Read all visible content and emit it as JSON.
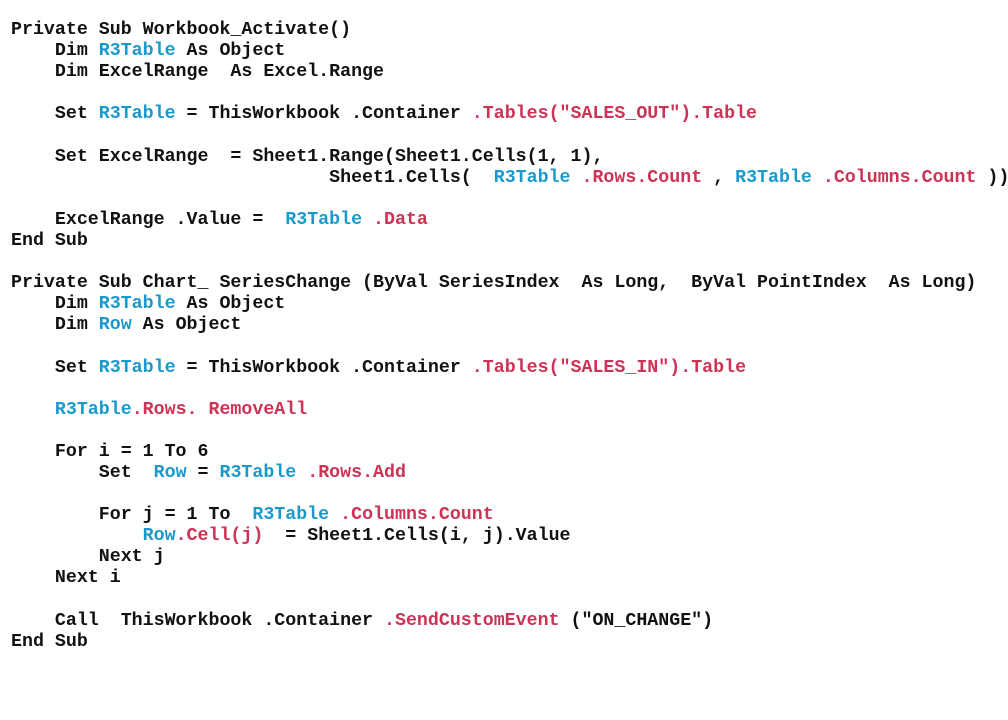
{
  "colors": {
    "text": "#111111",
    "identifier": "#1a99cc",
    "member": "#cc3355"
  },
  "code_lines": [
    [
      [
        "k",
        "Private Sub Workbook_Activate()"
      ]
    ],
    [
      [
        "k",
        "    Dim "
      ],
      [
        "b",
        "R3Table"
      ],
      [
        "k",
        " As Object"
      ]
    ],
    [
      [
        "k",
        "    Dim ExcelRange  As Excel.Range"
      ]
    ],
    [],
    [
      [
        "k",
        "    Set "
      ],
      [
        "b",
        "R3Table"
      ],
      [
        "k",
        " = ThisWorkbook .Container "
      ],
      [
        "r",
        ".Tables(\"SALES_OUT\").Table"
      ]
    ],
    [],
    [
      [
        "k",
        "    Set ExcelRange  = Sheet1.Range(Sheet1.Cells(1, 1),"
      ]
    ],
    [
      [
        "k",
        "                             Sheet1.Cells(  "
      ],
      [
        "b",
        "R3Table"
      ],
      [
        "r",
        " .Rows.Count"
      ],
      [
        "k",
        " , "
      ],
      [
        "b",
        "R3Table"
      ],
      [
        "r",
        " .Columns.Count"
      ],
      [
        "k",
        " ))"
      ]
    ],
    [],
    [
      [
        "k",
        "    ExcelRange .Value =  "
      ],
      [
        "b",
        "R3Table"
      ],
      [
        "r",
        " .Data"
      ]
    ],
    [
      [
        "k",
        "End Sub"
      ]
    ],
    [],
    [
      [
        "k",
        "Private Sub Chart_ SeriesChange (ByVal SeriesIndex  As Long,  ByVal PointIndex  As Long)"
      ]
    ],
    [
      [
        "k",
        "    Dim "
      ],
      [
        "b",
        "R3Table"
      ],
      [
        "k",
        " As Object"
      ]
    ],
    [
      [
        "k",
        "    Dim "
      ],
      [
        "b",
        "Row"
      ],
      [
        "k",
        " As Object"
      ]
    ],
    [],
    [
      [
        "k",
        "    Set "
      ],
      [
        "b",
        "R3Table"
      ],
      [
        "k",
        " = ThisWorkbook .Container "
      ],
      [
        "r",
        ".Tables(\"SALES_IN\").Table"
      ]
    ],
    [],
    [
      [
        "k",
        "    "
      ],
      [
        "b",
        "R3Table"
      ],
      [
        "r",
        ".Rows. RemoveAll"
      ]
    ],
    [],
    [
      [
        "k",
        "    For i = 1 To 6"
      ]
    ],
    [
      [
        "k",
        "        Set  "
      ],
      [
        "b",
        "Row"
      ],
      [
        "k",
        " = "
      ],
      [
        "b",
        "R3Table"
      ],
      [
        "r",
        " .Rows.Add"
      ]
    ],
    [],
    [
      [
        "k",
        "        For j = 1 To  "
      ],
      [
        "b",
        "R3Table"
      ],
      [
        "r",
        " .Columns.Count"
      ]
    ],
    [
      [
        "k",
        "            "
      ],
      [
        "b",
        "Row"
      ],
      [
        "r",
        ".Cell(j)"
      ],
      [
        "k",
        "  = Sheet1.Cells(i, j).Value"
      ]
    ],
    [
      [
        "k",
        "        Next j"
      ]
    ],
    [
      [
        "k",
        "    Next i"
      ]
    ],
    [],
    [
      [
        "k",
        "    Call  ThisWorkbook .Container "
      ],
      [
        "r",
        ".SendCustomEvent"
      ],
      [
        "k",
        " (\"ON_CHANGE\")"
      ]
    ],
    [
      [
        "k",
        "End Sub"
      ]
    ]
  ]
}
